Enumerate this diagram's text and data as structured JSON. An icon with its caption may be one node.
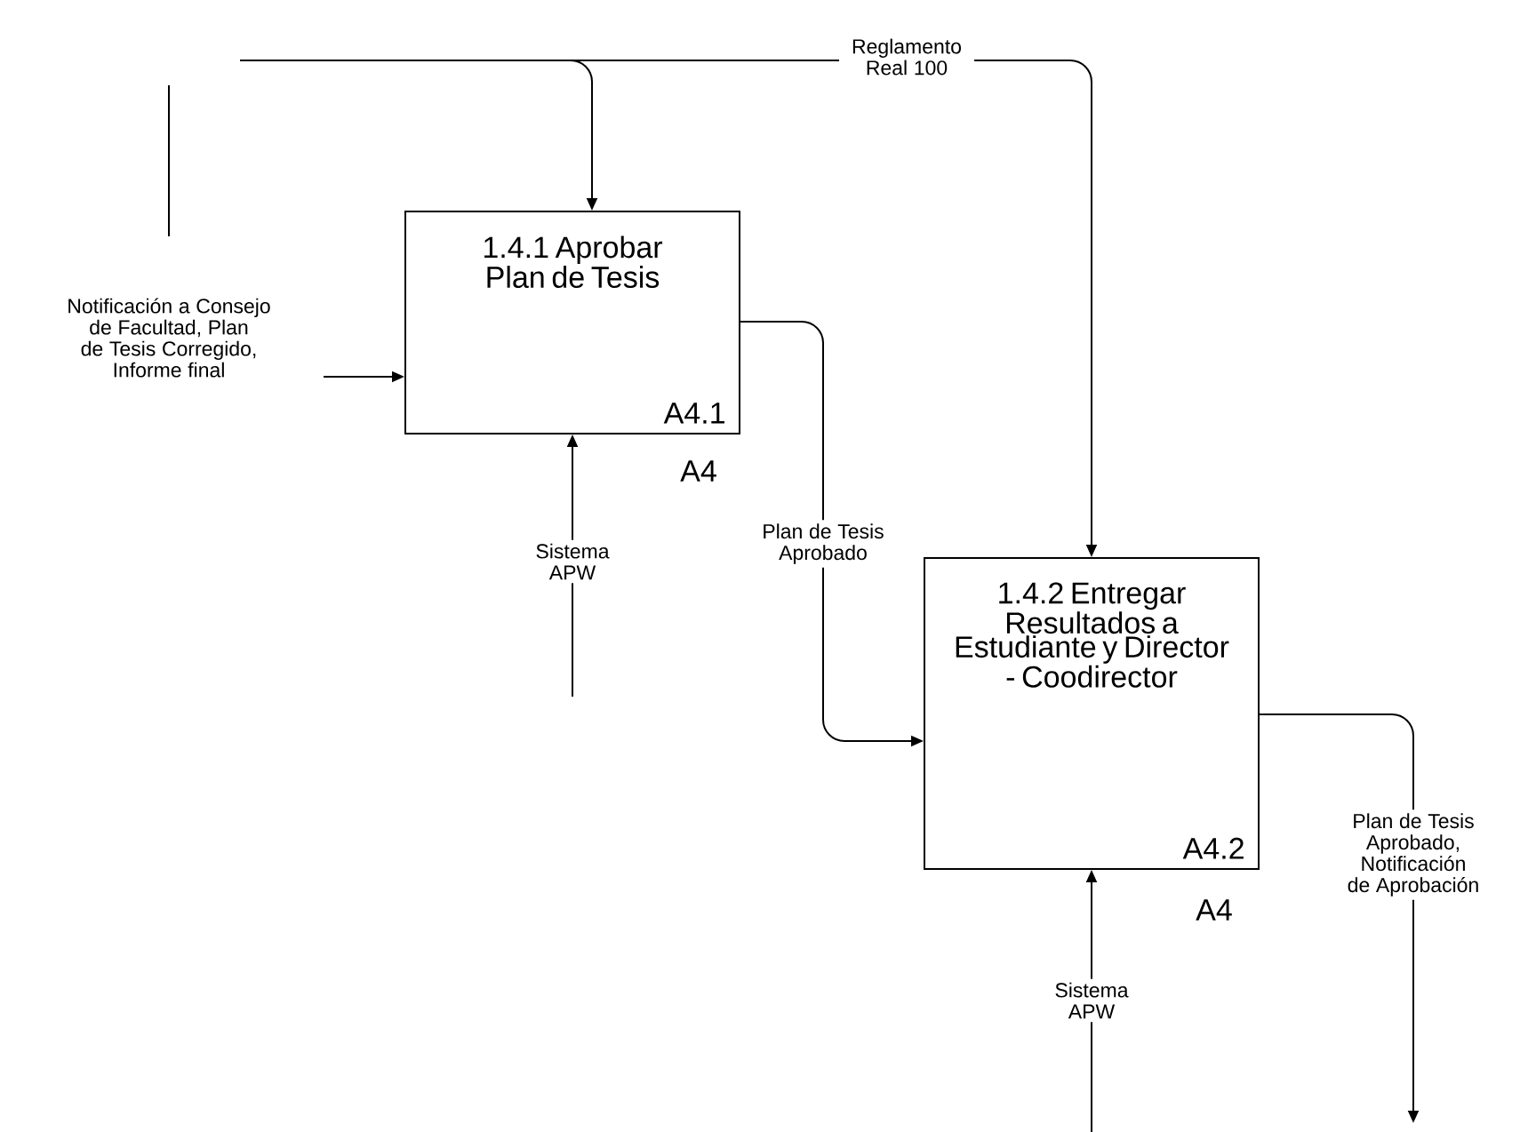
{
  "diagram": {
    "nodes": [
      {
        "text": [
          "1.4.1 Aprobar Plan de Tesis",
          "A4.1"
        ],
        "beside": [
          "A4"
        ]
      },
      {
        "text": [
          "1.4.2 Entregar Resultados a Estudiante y Director - Coodirector",
          "A4.2"
        ],
        "beside": [
          "A4"
        ]
      }
    ],
    "edges": [
      {
        "from": null,
        "to": 0,
        "arrow": "to"
      },
      {
        "from": null,
        "to": 1,
        "arrow": "to",
        "label": "Reglamento Real 100"
      },
      {
        "from": null,
        "to": 0,
        "arrow": "to",
        "label": "Notificación a Consejo de Facultad, Plan de Tesis Corregido, Informe final"
      },
      {
        "from": null,
        "to": 0,
        "arrow": "to",
        "label": "Sistema APW"
      },
      {
        "from": 0,
        "to": 1,
        "arrow": "to",
        "label": "Plan de Tesis Aprobado"
      },
      {
        "from": null,
        "to": 1,
        "arrow": "to",
        "label": "Sistema APW"
      },
      {
        "from": 1,
        "to": null,
        "arrow": "to",
        "label": "Plan de Tesis Aprobado, Notificación de Aprobación"
      }
    ]
  }
}
